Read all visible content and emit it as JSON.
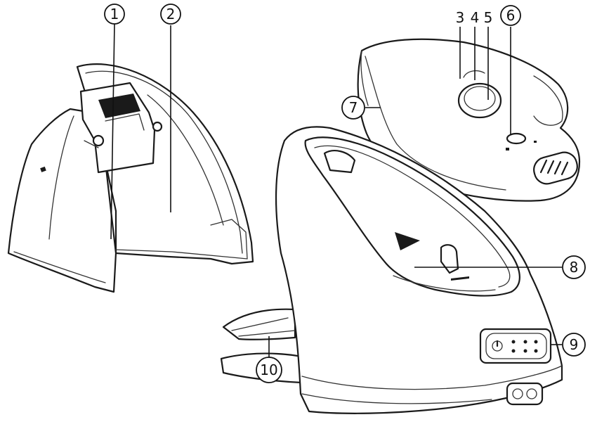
{
  "callouts": [
    {
      "number": "1"
    },
    {
      "number": "2"
    },
    {
      "number": "3"
    },
    {
      "number": "4"
    },
    {
      "number": "5"
    },
    {
      "number": "6"
    },
    {
      "number": "7"
    },
    {
      "number": "8"
    },
    {
      "number": "9"
    },
    {
      "number": "10"
    }
  ],
  "colors": {
    "line": "#1a1a1a",
    "background": "#ffffff"
  }
}
